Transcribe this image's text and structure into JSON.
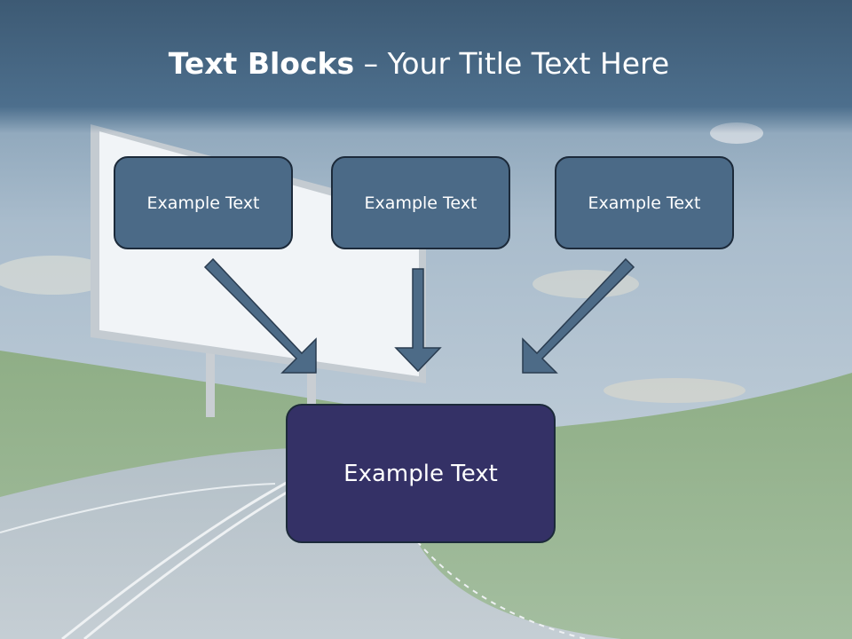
{
  "slide": {
    "title_bold": "Text Blocks",
    "title_rest": " – Your Title Text Here"
  },
  "diagram": {
    "top_boxes": [
      {
        "label": "Example Text"
      },
      {
        "label": "Example Text"
      },
      {
        "label": "Example Text"
      }
    ],
    "bottom_box": {
      "label": "Example Text"
    }
  },
  "colors": {
    "title_bar": "#3f607d",
    "top_box_fill": "#4b6a87",
    "bottom_box_fill": "#343166",
    "arrow_fill": "#4d6b87",
    "box_border": "#1c2a3a"
  }
}
